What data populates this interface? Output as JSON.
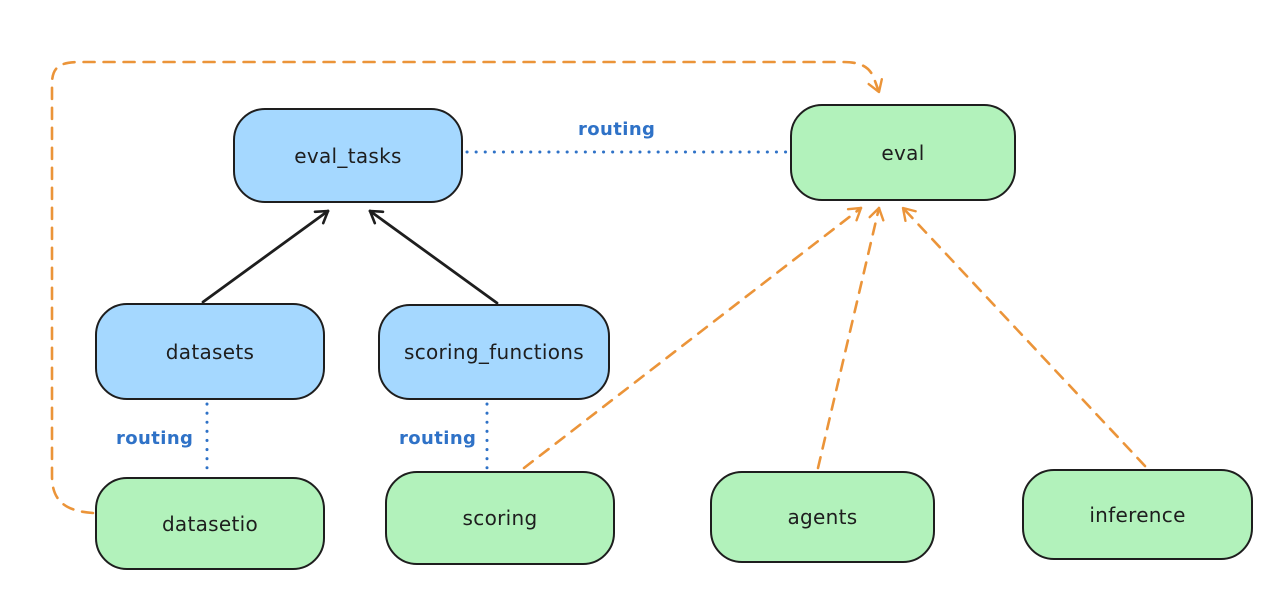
{
  "diagram": {
    "background": "#ffffff",
    "colors": {
      "node_border": "#1e1e1e",
      "resource_node_fill": "#a5d8ff",
      "provider_node_fill": "#b2f2bb",
      "routing_link_color": "#2f72c7",
      "provider_arrow_color": "#eb9439",
      "dependency_arrow_color": "#1e1e1e"
    },
    "nodes": {
      "eval_tasks": {
        "label": "eval_tasks",
        "fill": "#a5d8ff"
      },
      "datasets": {
        "label": "datasets",
        "fill": "#a5d8ff"
      },
      "scoring_functions": {
        "label": "scoring_functions",
        "fill": "#a5d8ff"
      },
      "eval": {
        "label": "eval",
        "fill": "#b2f2bb"
      },
      "datasetio": {
        "label": "datasetio",
        "fill": "#b2f2bb"
      },
      "scoring": {
        "label": "scoring",
        "fill": "#b2f2bb"
      },
      "agents": {
        "label": "agents",
        "fill": "#b2f2bb"
      },
      "inference": {
        "label": "inference",
        "fill": "#b2f2bb"
      }
    },
    "edges": [
      {
        "from": "datasets",
        "to": "eval_tasks",
        "style": "solid-black-arrow",
        "label": ""
      },
      {
        "from": "scoring_functions",
        "to": "eval_tasks",
        "style": "solid-black-arrow",
        "label": ""
      },
      {
        "from": "eval_tasks",
        "to": "eval",
        "style": "dotted-blue",
        "label": "routing"
      },
      {
        "from": "datasets",
        "to": "datasetio",
        "style": "dotted-blue",
        "label": "routing"
      },
      {
        "from": "scoring_functions",
        "to": "scoring",
        "style": "dotted-blue",
        "label": "routing"
      },
      {
        "from": "datasetio",
        "to": "eval",
        "style": "dashed-orange-arrow",
        "label": ""
      },
      {
        "from": "scoring",
        "to": "eval",
        "style": "dashed-orange-arrow",
        "label": ""
      },
      {
        "from": "agents",
        "to": "eval",
        "style": "dashed-orange-arrow",
        "label": ""
      },
      {
        "from": "inference",
        "to": "eval",
        "style": "dashed-orange-arrow",
        "label": ""
      }
    ]
  }
}
